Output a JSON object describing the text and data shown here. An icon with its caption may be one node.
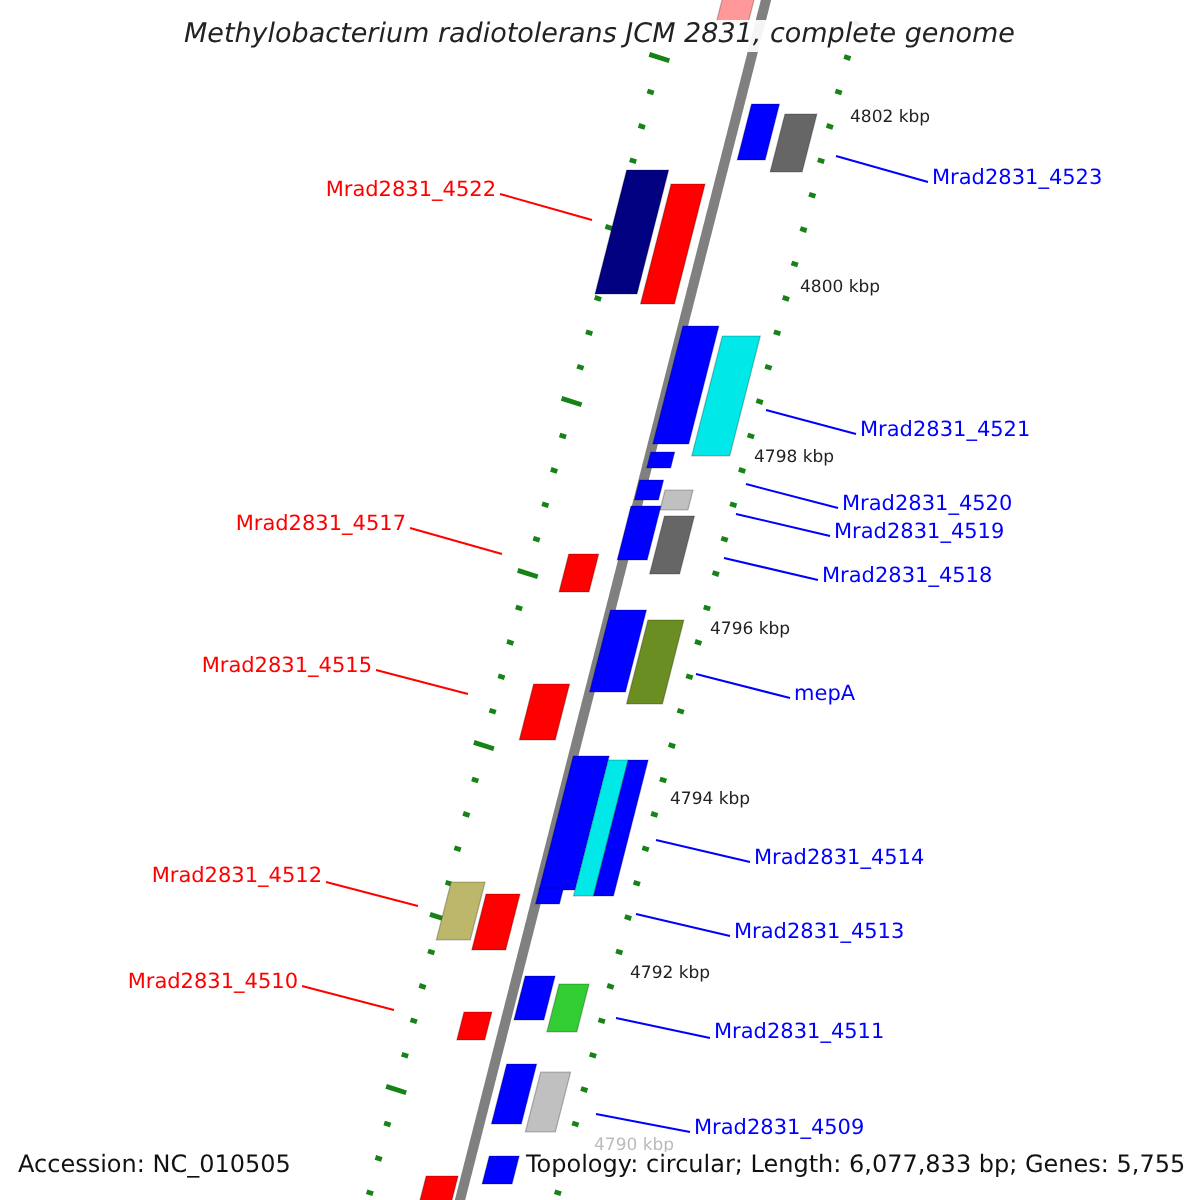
{
  "diagram": {
    "title": "Methylobacterium radiotolerans JCM 2831, complete genome",
    "nodes": [
      {
        "text": [
          "Mrad2831_4523"
        ]
      },
      {
        "text": [
          "Mrad2831_4522"
        ]
      },
      {
        "text": [
          "Mrad2831_4521"
        ]
      },
      {
        "text": [
          "Mrad2831_4520"
        ]
      },
      {
        "text": [
          "Mrad2831_4519"
        ]
      },
      {
        "text": [
          "Mrad2831_4517"
        ]
      },
      {
        "text": [
          "Mrad2831_4518"
        ]
      },
      {
        "text": [
          "Mrad2831_4515"
        ]
      },
      {
        "text": [
          "mepA"
        ]
      },
      {
        "text": [
          "Mrad2831_4514"
        ]
      },
      {
        "text": [
          "Mrad2831_4512"
        ]
      },
      {
        "text": [
          "Mrad2831_4513"
        ]
      },
      {
        "text": [
          "Mrad2831_4510"
        ]
      },
      {
        "text": [
          "Mrad2831_4511"
        ]
      },
      {
        "text": [
          "Mrad2831_4509"
        ]
      }
    ],
    "edges": [
      {
        "from": 0,
        "to": null,
        "arrow": "none"
      },
      {
        "from": 1,
        "to": null,
        "arrow": "none",
        "color": "#ff0000"
      },
      {
        "from": 2,
        "to": null,
        "arrow": "none"
      },
      {
        "from": 3,
        "to": null,
        "arrow": "none"
      },
      {
        "from": 4,
        "to": null,
        "arrow": "none"
      },
      {
        "from": 5,
        "to": null,
        "arrow": "none",
        "color": "#ff0000"
      },
      {
        "from": 6,
        "to": null,
        "arrow": "none"
      },
      {
        "from": 7,
        "to": null,
        "arrow": "none",
        "color": "#ff0000"
      },
      {
        "from": 8,
        "to": null,
        "arrow": "none"
      },
      {
        "from": 9,
        "to": null,
        "arrow": "none"
      },
      {
        "from": 10,
        "to": null,
        "arrow": "none",
        "color": "#ff0000"
      },
      {
        "from": 11,
        "to": null,
        "arrow": "none"
      },
      {
        "from": 12,
        "to": null,
        "arrow": "none",
        "color": "#ff0000"
      },
      {
        "from": 13,
        "to": null,
        "arrow": "none"
      },
      {
        "from": 14,
        "to": null,
        "arrow": "none"
      }
    ],
    "labels": [
      "4802 kbp",
      "4800 kbp",
      "4798 kbp",
      "4796 kbp",
      "4794 kbp",
      "4792 kbp",
      "4790 kbp",
      "Accession: NC_010505",
      "Topology: circular; Length: 6,077,833 bp; Genes: 5,755"
    ]
  }
}
